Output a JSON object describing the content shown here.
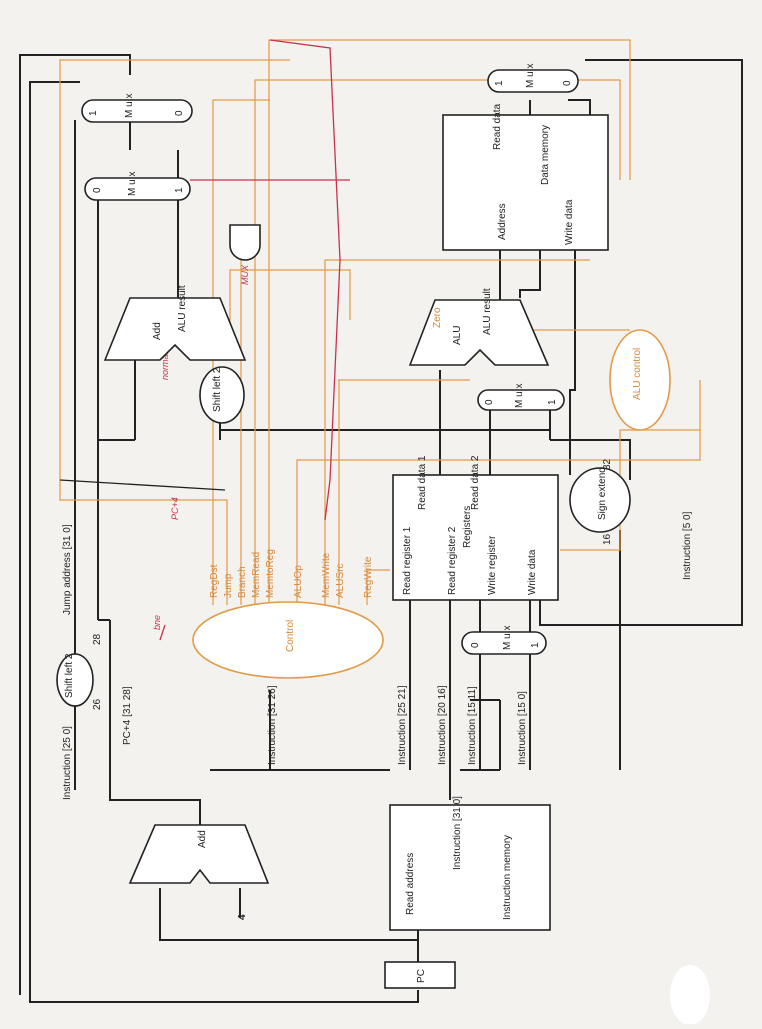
{
  "pc": "PC",
  "instruction_memory": {
    "read_address": "Read address",
    "instruction": "Instruction [31 0]",
    "name": "Instruction memory"
  },
  "add_pc": {
    "name": "Add",
    "constant": "4"
  },
  "jump": {
    "instr_25_0": "Instruction [25 0]",
    "shift_left": "Shift left 2",
    "bits_26": "26",
    "bits_28": "28",
    "pc4": "PC+4 [31 28]",
    "jump_address": "Jump address [31 0]"
  },
  "control": {
    "name": "Control",
    "instruction_bits": "Instruction [31 26]",
    "signals": [
      "RegDst",
      "Jump",
      "Branch",
      "MemRead",
      "MemtoReg",
      "ALUOp",
      "MemWrite",
      "ALUSrc",
      "RegWrite"
    ]
  },
  "instr_fields": [
    "Instruction [25 21]",
    "Instruction [20 16]",
    "Instruction [15 11]",
    "Instruction [15 0]"
  ],
  "write_reg_mux": {
    "mux": "M u x",
    "in0": "0",
    "in1": "1"
  },
  "registers": {
    "read1": "Read register 1",
    "read2": "Read register 2",
    "write_reg": "Write register",
    "write_data": "Write data",
    "name": "Registers",
    "out1": "Read data 1",
    "out2": "Read data 2"
  },
  "sign_extend": {
    "name": "Sign extend",
    "in_bits": "16",
    "out_bits": "32"
  },
  "alu_control": {
    "name": "ALU control",
    "input": "Instruction [5 0]"
  },
  "alu_src_mux": {
    "mux": "M u x",
    "in0": "0",
    "in1": "1"
  },
  "main_alu": {
    "alu": "ALU",
    "result": "ALU result",
    "zero": "Zero"
  },
  "shift_left_branch": "Shift left 2",
  "branch_adder": {
    "name": "Add",
    "result": "ALU result"
  },
  "branch_mux": {
    "mux": "M u x",
    "in0": "0",
    "in1": "1"
  },
  "jump_mux": {
    "mux": "M u x",
    "in0": "1",
    "in1": "0"
  },
  "data_memory": {
    "address": "Address",
    "read_data": "Read data",
    "write_data": "Write data",
    "name": "Data memory"
  },
  "mem_to_reg_mux": {
    "mux": "M u x",
    "in0": "1",
    "in1": "0"
  },
  "annotations": {
    "normal": "normal",
    "proj": "PC+4",
    "hand_mux": "MUX",
    "bne": "bne"
  },
  "colors": {
    "wire": "#222222",
    "control": "#e29a48",
    "handwritten": "#c8324a"
  }
}
